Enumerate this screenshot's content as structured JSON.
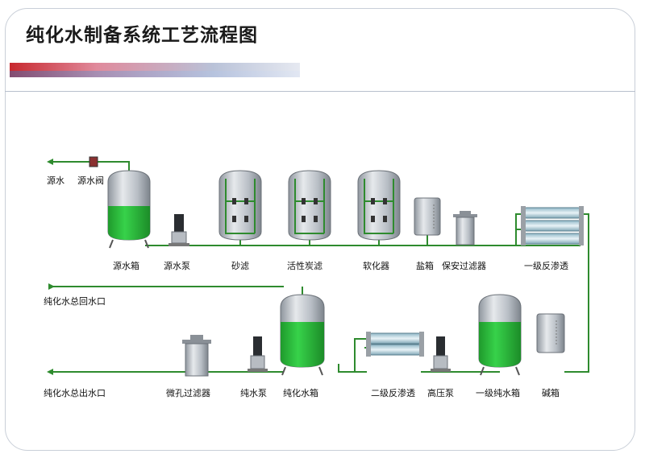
{
  "title": "纯化水制备系统工艺流程图",
  "labels": {
    "source_water": "源水",
    "source_valve": "源水阀",
    "source_tank": "源水箱",
    "source_pump": "源水泵",
    "sand_filter": "砂滤",
    "carbon_filter": "活性炭滤",
    "softener": "软化器",
    "salt_tank": "盐箱",
    "security_filter": "保安过滤器",
    "ro1": "一级反渗透",
    "return_port": "纯化水总回水口",
    "outlet_port": "纯化水总出水口",
    "micro_filter": "微孔过滤器",
    "pure_pump": "纯水泵",
    "pure_tank": "纯化水箱",
    "ro2": "二级反渗透",
    "hp_pump": "高压泵",
    "ro1_tank": "一级纯水箱",
    "alkali_tank": "碱箱"
  },
  "colors": {
    "pipe": "#2e8b2e",
    "water": "#2bbd3a",
    "tank": "#cfd4da"
  }
}
